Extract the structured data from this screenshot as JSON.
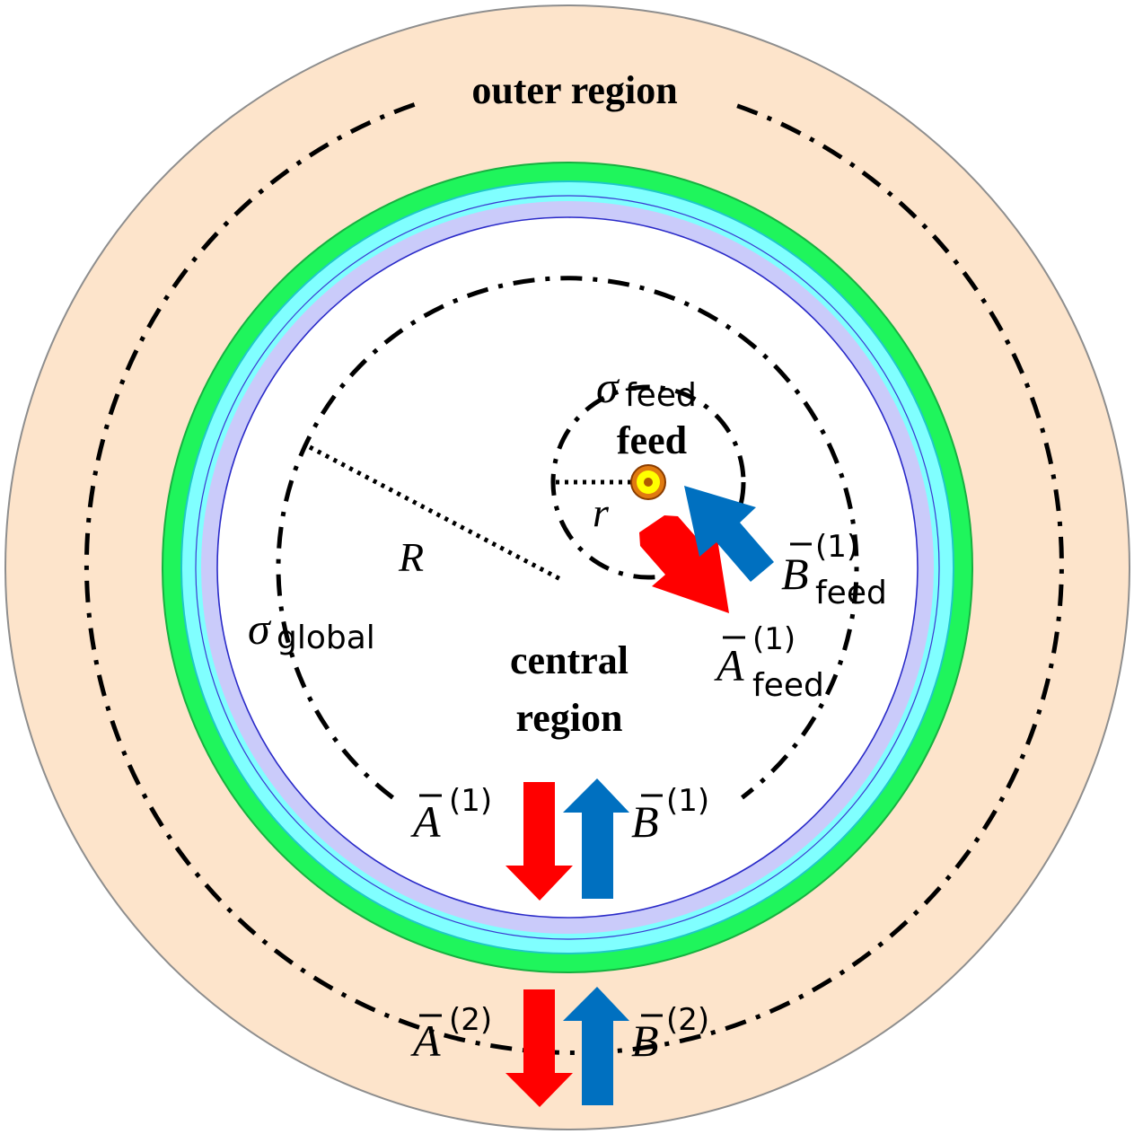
{
  "labels": {
    "outer_region": "outer region",
    "central_region_line1": "central",
    "central_region_line2": "region",
    "feed": "feed",
    "radius_big": "R",
    "radius_small": "r",
    "sigma": "σ",
    "sigma_feed_sub": "feed",
    "sigma_global_sub": "global",
    "A": "A",
    "B": "B",
    "sup_1": "(1)",
    "sup_2": "(2)",
    "feed_sub": "feed"
  },
  "colors": {
    "outer_fill": "#FDE4CB",
    "green_ring": "#1FF55C",
    "cyan_ring": "#80FFFF",
    "lavender_ring": "#CACBFA",
    "inner_fill": "#FFFFFF",
    "ring_outline": "#2A2AC8",
    "red_arrow": "#FF0000",
    "blue_arrow": "#0070C0",
    "feed_outer": "#E07A10",
    "feed_inner": "#FFFF00",
    "boundary_line": "#000000"
  }
}
